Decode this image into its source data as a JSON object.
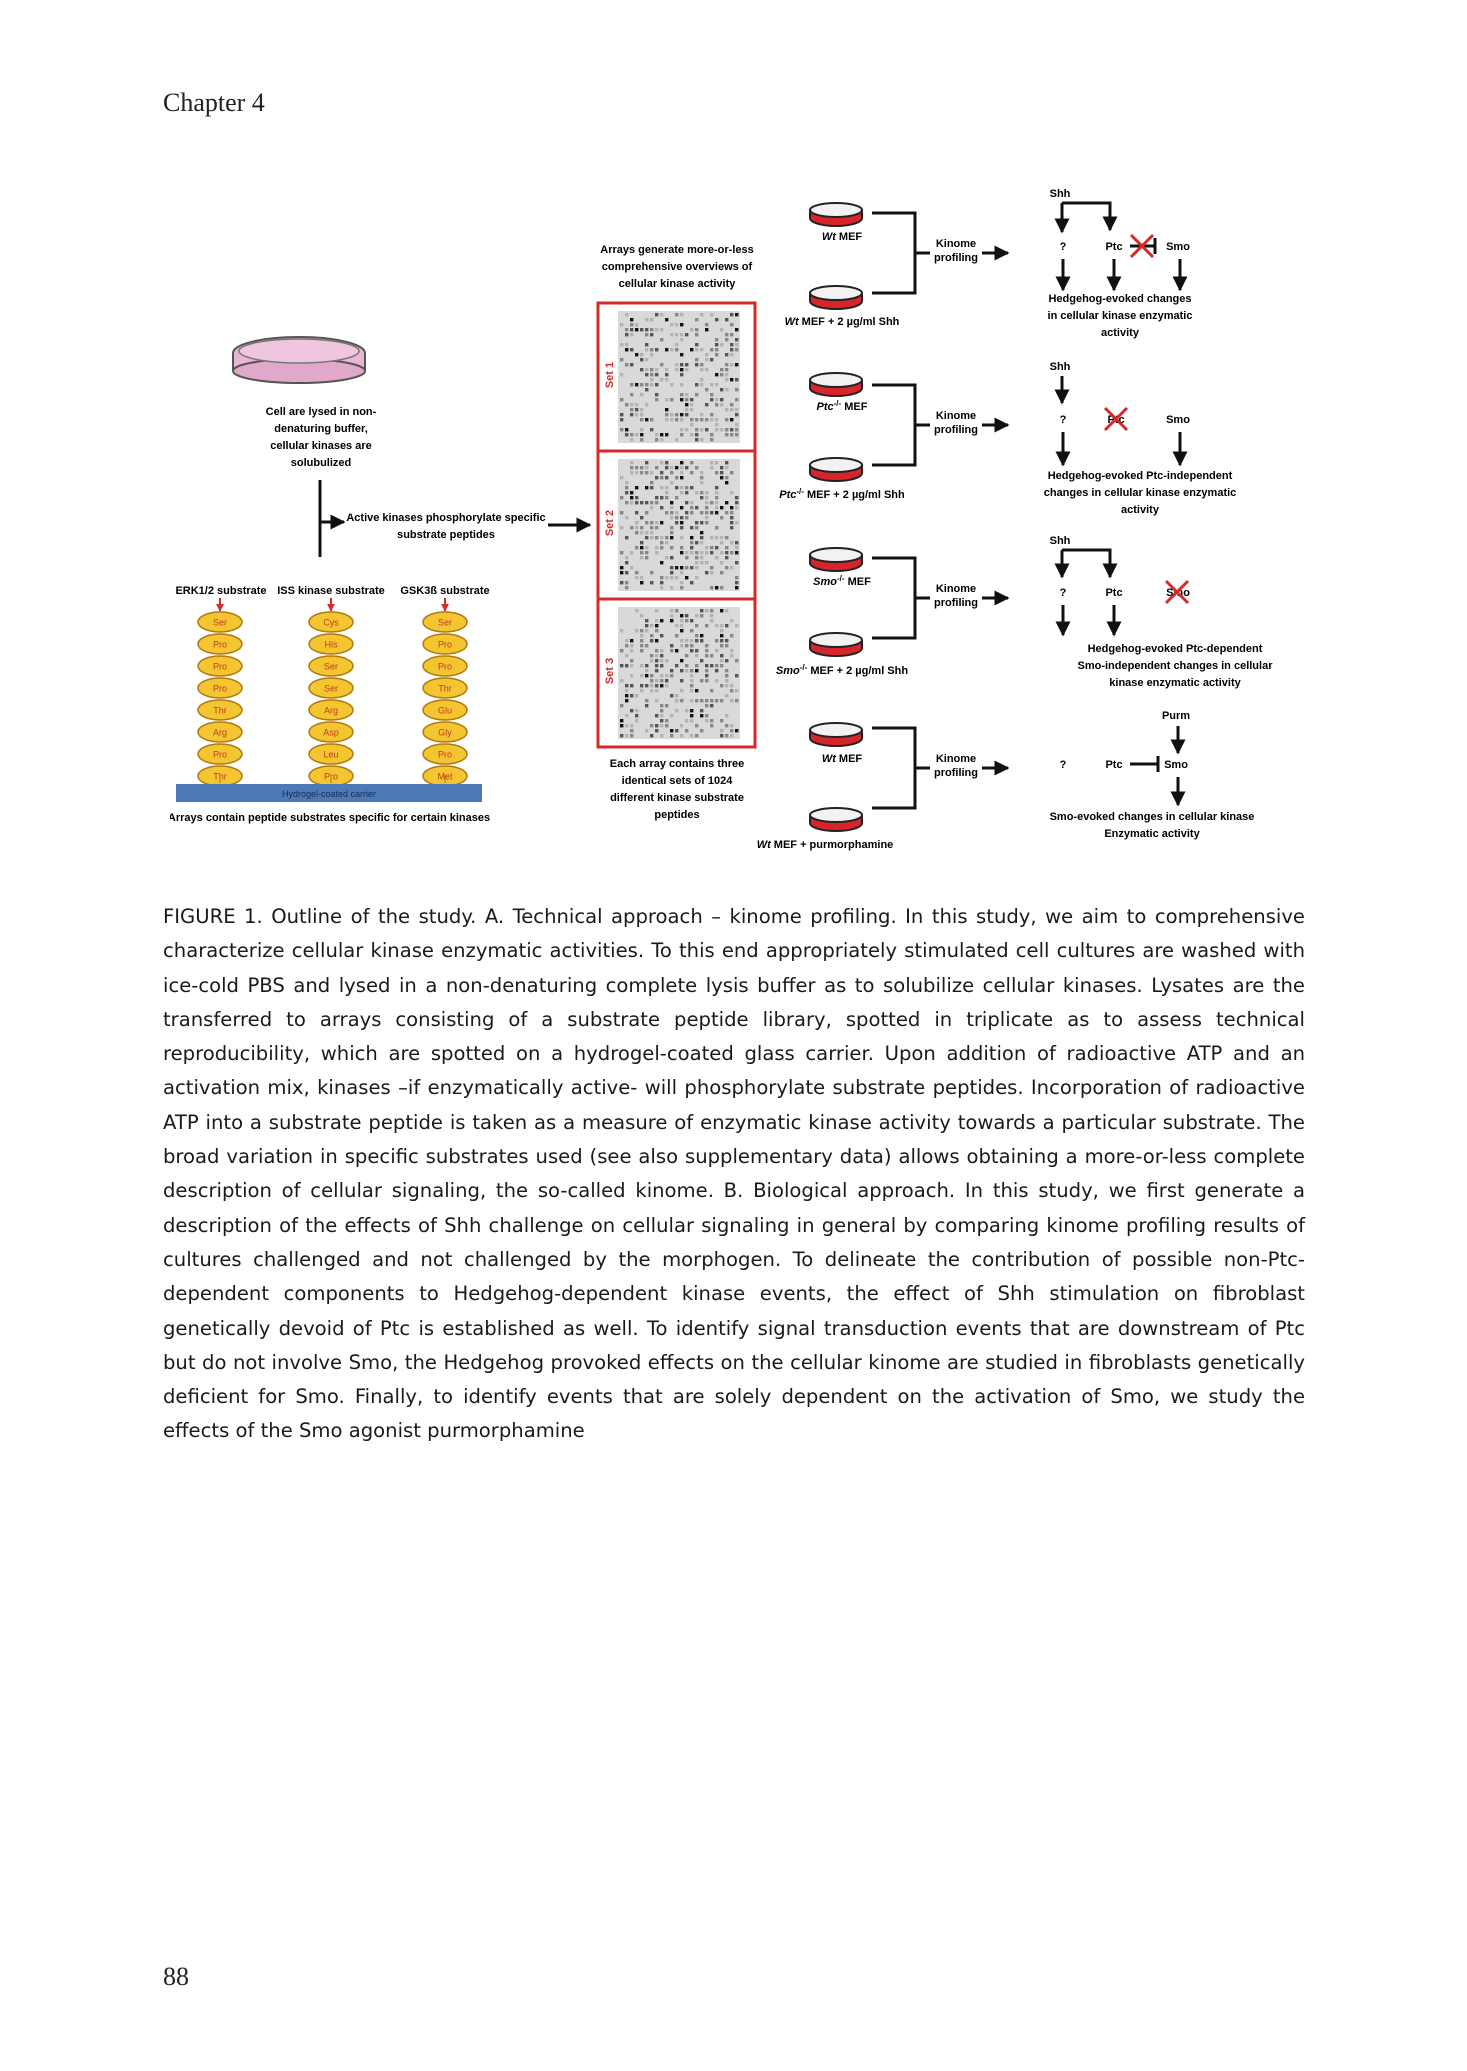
{
  "page": {
    "header": "Chapter 4",
    "page_number": "88"
  },
  "figure": {
    "left_panel": {
      "lysis_text": [
        "Cell are lysed in non-",
        "denaturing buffer,",
        "cellular kinases are",
        "solubulized"
      ],
      "kinase_text": [
        "Active kinases phosphorylate specific",
        "substrate peptides"
      ],
      "substrate_labels": [
        "ERK1/2 substrate",
        "ISS kinase substrate",
        "GSK3ß substrate"
      ],
      "peptides": [
        [
          "Ser",
          "Pro",
          "Pro",
          "Pro",
          "Thr",
          "Arg",
          "Pro",
          "Thr"
        ],
        [
          "Cys",
          "His",
          "Ser",
          "Ser",
          "Arg",
          "Asp",
          "Leu",
          "Pro"
        ],
        [
          "Ser",
          "Pro",
          "Pro",
          "Thr",
          "Glu",
          "Gly",
          "Pro",
          "Met"
        ]
      ],
      "carrier_label": "Hydrogel-coated carrier",
      "arrays_caption": "Arrays contain peptide substrates specific for certain kinases"
    },
    "middle_panel": {
      "top_text": [
        "Arrays generate more-or-less",
        "comprehensive overviews of",
        "cellular kinase activity"
      ],
      "set_labels": [
        "Set 1",
        "Set 2",
        "Set 3"
      ],
      "bottom_text": [
        "Each array contains three",
        "identical sets of 1024",
        "different kinase substrate",
        "peptides"
      ]
    },
    "right_panel": {
      "dish_labels": [
        [
          "Wt",
          " MEF"
        ],
        [
          "Wt",
          " MEF + 2 µg/ml Shh"
        ],
        [
          "Ptc",
          "-/-",
          " MEF"
        ],
        [
          "Ptc",
          "-/-",
          " MEF + 2 µg/ml Shh"
        ],
        [
          "Smo",
          "-/-",
          " MEF"
        ],
        [
          "Smo",
          "-/-",
          " MEF + 2 µg/ml Shh"
        ],
        [
          "Wt",
          " MEF"
        ],
        [
          "Wt",
          " MEF + purmorphamine"
        ]
      ],
      "kinome_label": [
        "Kinome",
        "profiling"
      ],
      "pathway_nodes": {
        "shh": "Shh",
        "q": "?",
        "ptc": "Ptc",
        "smo": "Smo",
        "purm": "Purm"
      },
      "results": [
        [
          "Hedgehog-evoked changes",
          "in cellular kinase enzymatic",
          "activity"
        ],
        [
          "Hedgehog-evoked Ptc-independent",
          "changes in cellular kinase enzymatic",
          "activity"
        ],
        [
          "Hedgehog-evoked Ptc-dependent",
          "Smo-independent changes in cellular",
          "kinase enzymatic activity"
        ],
        [
          "Smo-evoked changes in cellular kinase",
          "Enzymatic activity"
        ]
      ]
    },
    "colors": {
      "dish_red": "#d7262b",
      "set_box": "#d42a2a",
      "bead": "#f3c531",
      "carrier": "#4e79b8",
      "dish_pink": "#e9b5d5",
      "cross": "#d42a2a"
    }
  },
  "caption": "FIGURE 1. Outline of the study. A. Technical approach – kinome profiling. In this study, we aim to comprehensive characterize cellular kinase enzymatic activities. To this end appropriately stimulated cell cultures are washed with ice-cold PBS and lysed in a non-denaturing complete lysis buffer as to solubilize cellular kinases. Lysates are the transferred to arrays consisting of a substrate peptide library, spotted in triplicate as to assess technical reproducibility, which are spotted on a hydrogel-coated glass carrier. Upon addition of radioactive ATP and an activation mix, kinases –if enzymatically active- will phosphorylate substrate peptides. Incorporation of radioactive ATP into a substrate peptide is taken as a measure of enzymatic kinase activity towards a particular substrate. The broad variation in specific substrates used (see also supplementary data) allows obtaining a more-or-less complete description of cellular signaling, the so-called kinome. B. Biological approach. In this study, we first generate a description of the effects of Shh challenge on cellular signaling in general by comparing kinome profiling results of cultures challenged and not challenged by the morphogen. To delineate the contribution of possible non-Ptc-dependent components to Hedgehog-dependent kinase events, the effect of Shh stimulation on fibroblast genetically devoid of Ptc is established as well. To identify signal transduction events that are downstream of Ptc but do not involve Smo, the Hedgehog provoked effects on the cellular kinome are studied in fibroblasts genetically deficient for Smo. Finally, to identify events that are solely dependent on the activation of Smo, we study the effects of the Smo agonist purmorphamine"
}
